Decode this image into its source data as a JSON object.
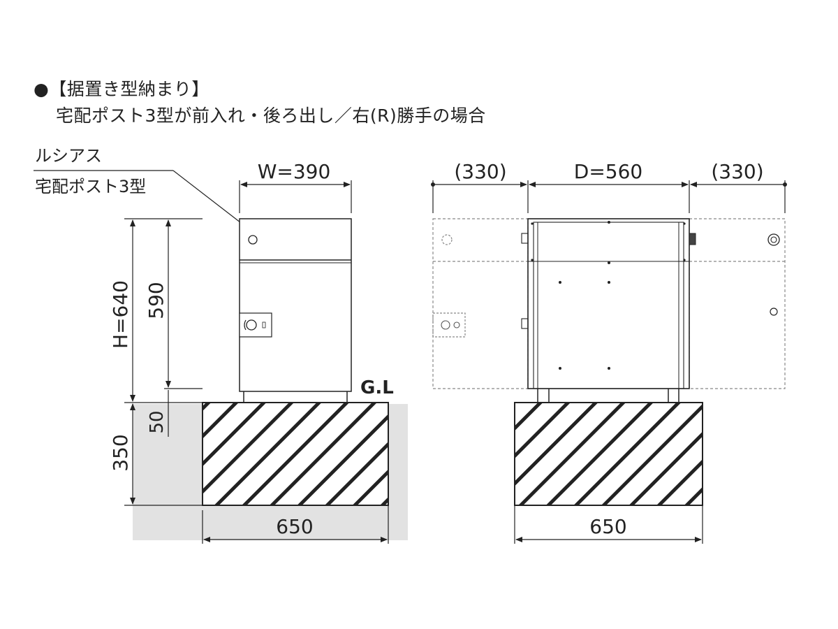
{
  "title": "●【据置き型納まり】",
  "subtitle": "宅配ポスト3型が前入れ・後ろ出し／右(R)勝手の場合",
  "product": {
    "line1": "ルシアス",
    "line2": "宅配ポスト3型"
  },
  "side_view": {
    "width_label": "W=390",
    "height_label": "H=640",
    "body_height_label": "590",
    "leg_height_label": "50",
    "gl_label": "G.L",
    "foundation_depth_label": "350",
    "foundation_width_label": "650"
  },
  "front_view": {
    "left_door_label": "(330)",
    "depth_label": "D=560",
    "right_door_label": "(330)",
    "foundation_width_label": "650"
  },
  "colors": {
    "line": "#222222",
    "gravel": "#e2e2e2",
    "dashed": "#888888"
  }
}
